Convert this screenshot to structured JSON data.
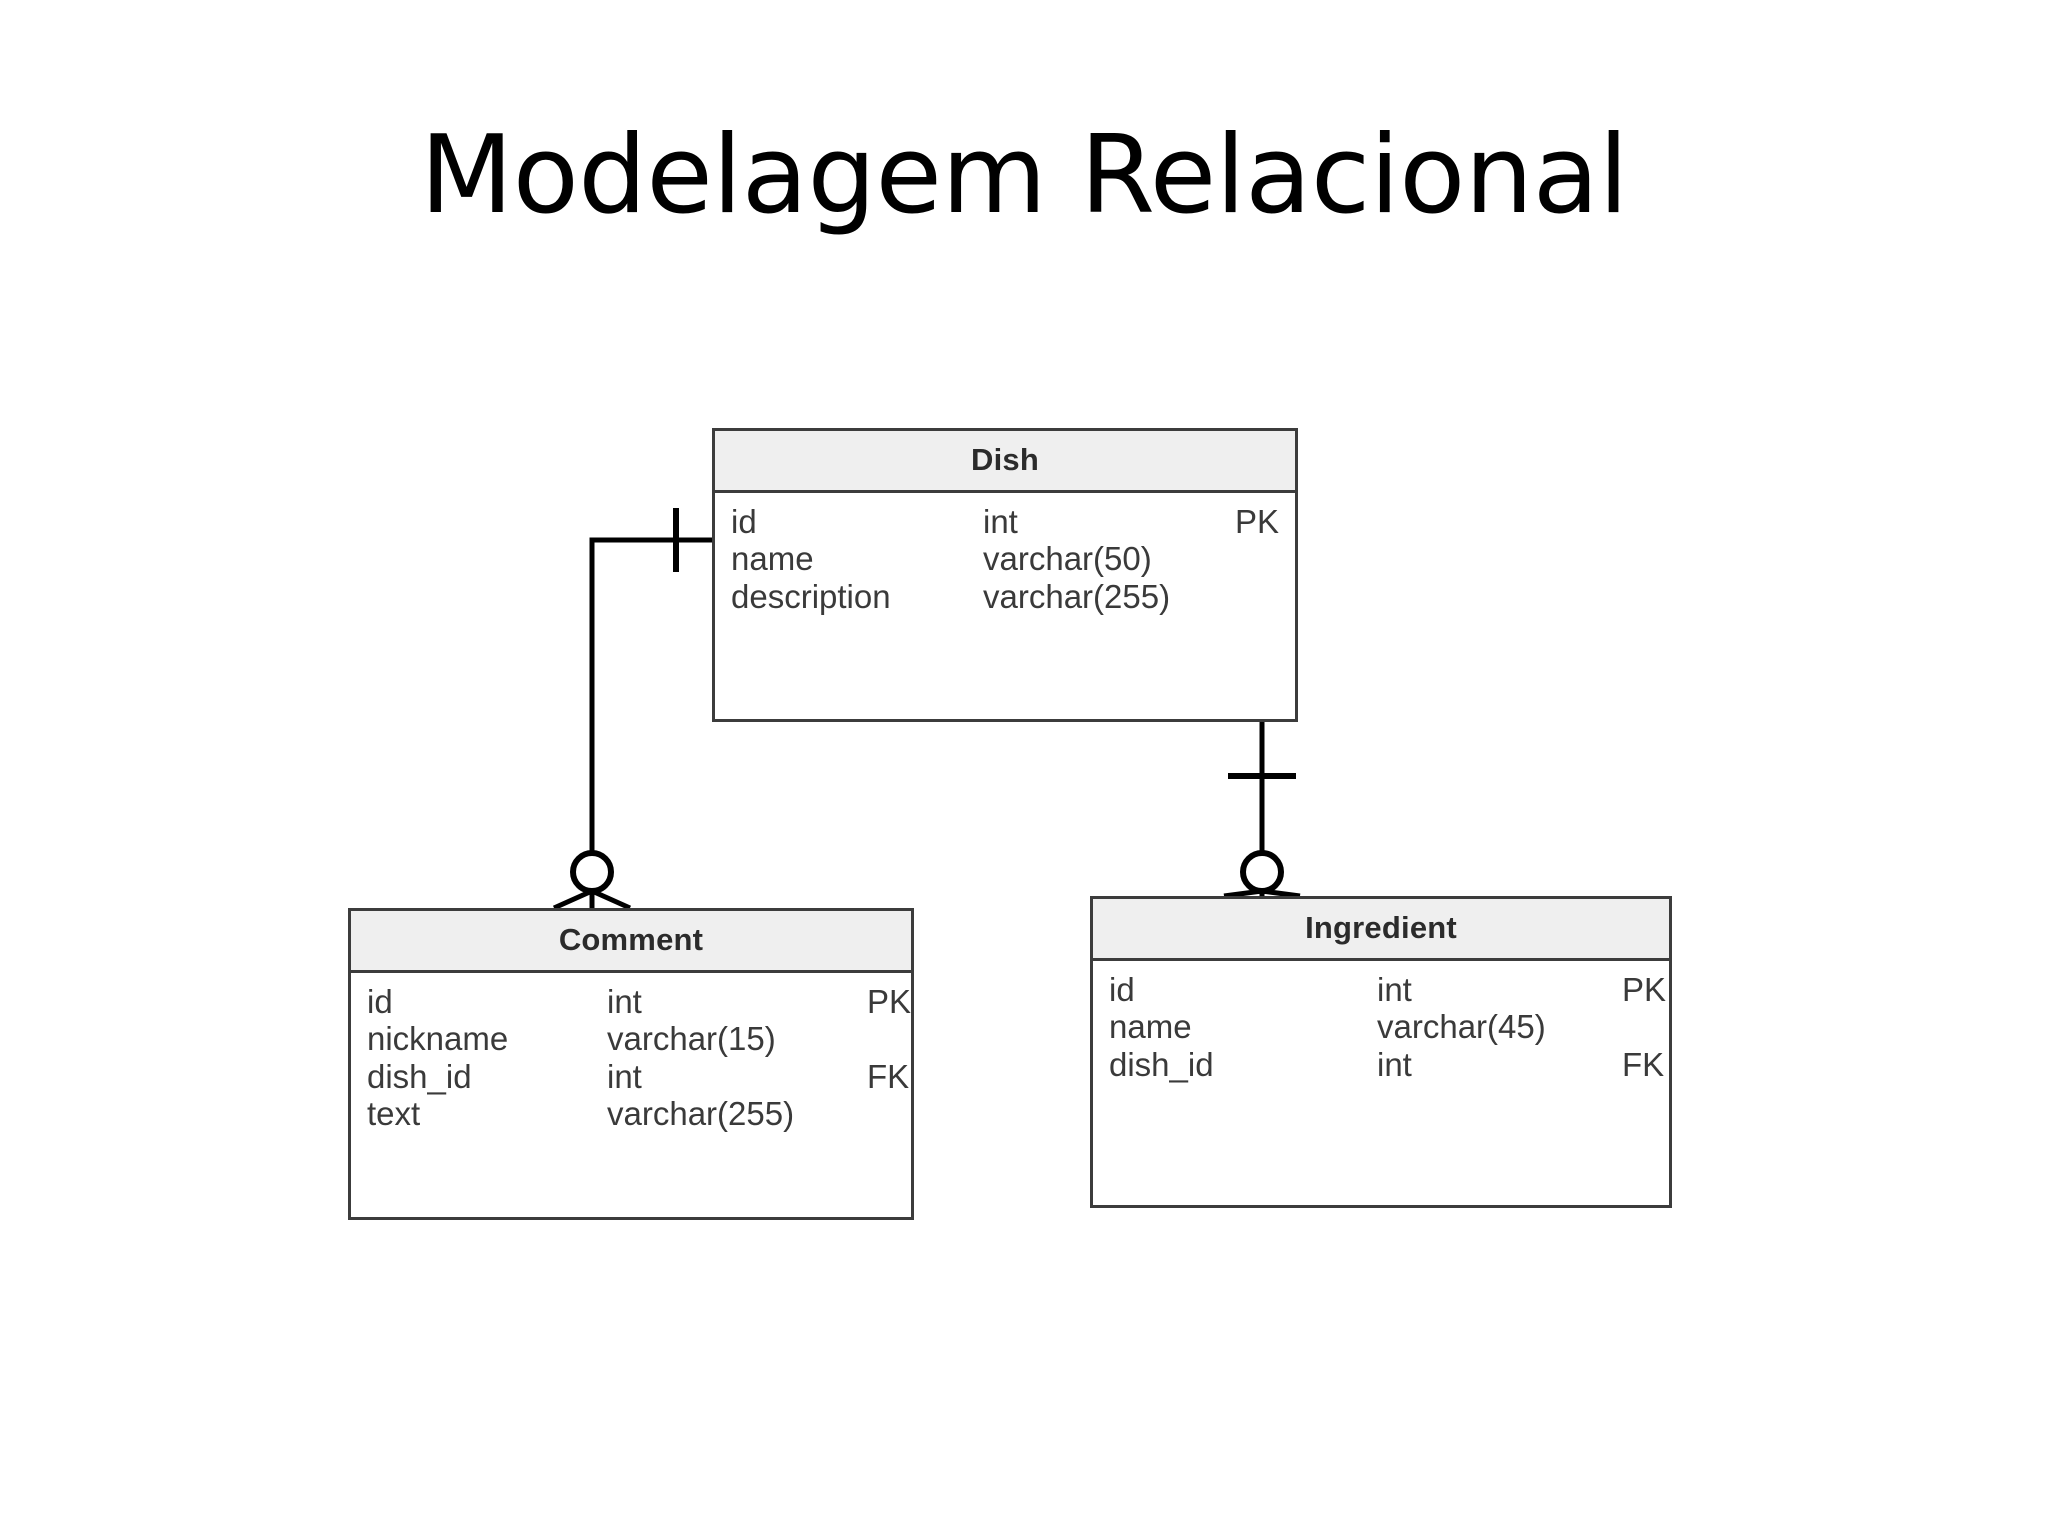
{
  "slide": {
    "title": "Modelagem Relacional",
    "background_color": "#ffffff",
    "text_color": "#000000"
  },
  "diagram": {
    "kind": "entity-relationship-diagram",
    "notation": "crow's foot",
    "border_color": "#3c3c3c",
    "header_fill": "#efefef",
    "entities": [
      {
        "id": "dish",
        "name": "Dish",
        "attributes": [
          {
            "name": "id",
            "type": "int",
            "key": "PK"
          },
          {
            "name": "name",
            "type": "varchar(50)",
            "key": ""
          },
          {
            "name": "description",
            "type": "varchar(255)",
            "key": ""
          }
        ]
      },
      {
        "id": "comment",
        "name": "Comment",
        "attributes": [
          {
            "name": "id",
            "type": "int",
            "key": "PK"
          },
          {
            "name": "nickname",
            "type": "varchar(15)",
            "key": ""
          },
          {
            "name": "dish_id",
            "type": "int",
            "key": "FK"
          },
          {
            "name": "text",
            "type": "varchar(255)",
            "key": ""
          }
        ]
      },
      {
        "id": "ingredient",
        "name": "Ingredient",
        "attributes": [
          {
            "name": "id",
            "type": "int",
            "key": "PK"
          },
          {
            "name": "name",
            "type": "varchar(45)",
            "key": ""
          },
          {
            "name": "dish_id",
            "type": "int",
            "key": "FK"
          }
        ]
      }
    ],
    "relationships": [
      {
        "id": "dish-comment",
        "from": "Dish",
        "to": "Comment",
        "from_cardinality": "one",
        "to_cardinality": "zero-or-many"
      },
      {
        "id": "dish-ingredient",
        "from": "Dish",
        "to": "Ingredient",
        "from_cardinality": "one",
        "to_cardinality": "zero-or-many"
      }
    ]
  }
}
